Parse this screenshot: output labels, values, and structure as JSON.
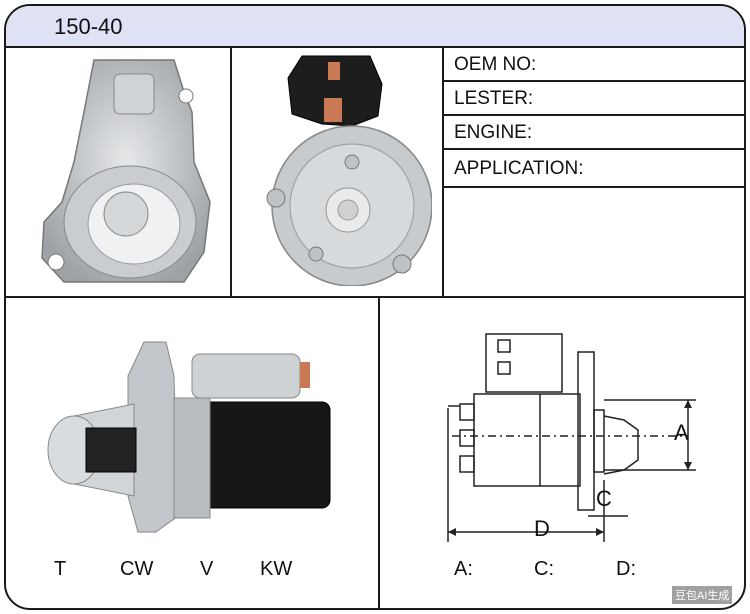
{
  "header": {
    "part_number": "150-40"
  },
  "specs": {
    "oem_no": "OEM NO:",
    "lester": "LESTER:",
    "engine": "ENGINE:",
    "application": "APPLICATION:"
  },
  "rating_labels": {
    "t": "T",
    "cw": "CW",
    "v": "V",
    "kw": "KW"
  },
  "dimension_labels": {
    "a": "A:",
    "c": "C:",
    "d": "D:"
  },
  "drawing_labels": {
    "a": "A",
    "c": "C",
    "d": "D"
  },
  "watermark": "豆包AI生成",
  "colors": {
    "header_bg": "#dfe2f5",
    "border": "#1a1a1a",
    "housing": "#b8bcc0",
    "body_black": "#161616"
  }
}
